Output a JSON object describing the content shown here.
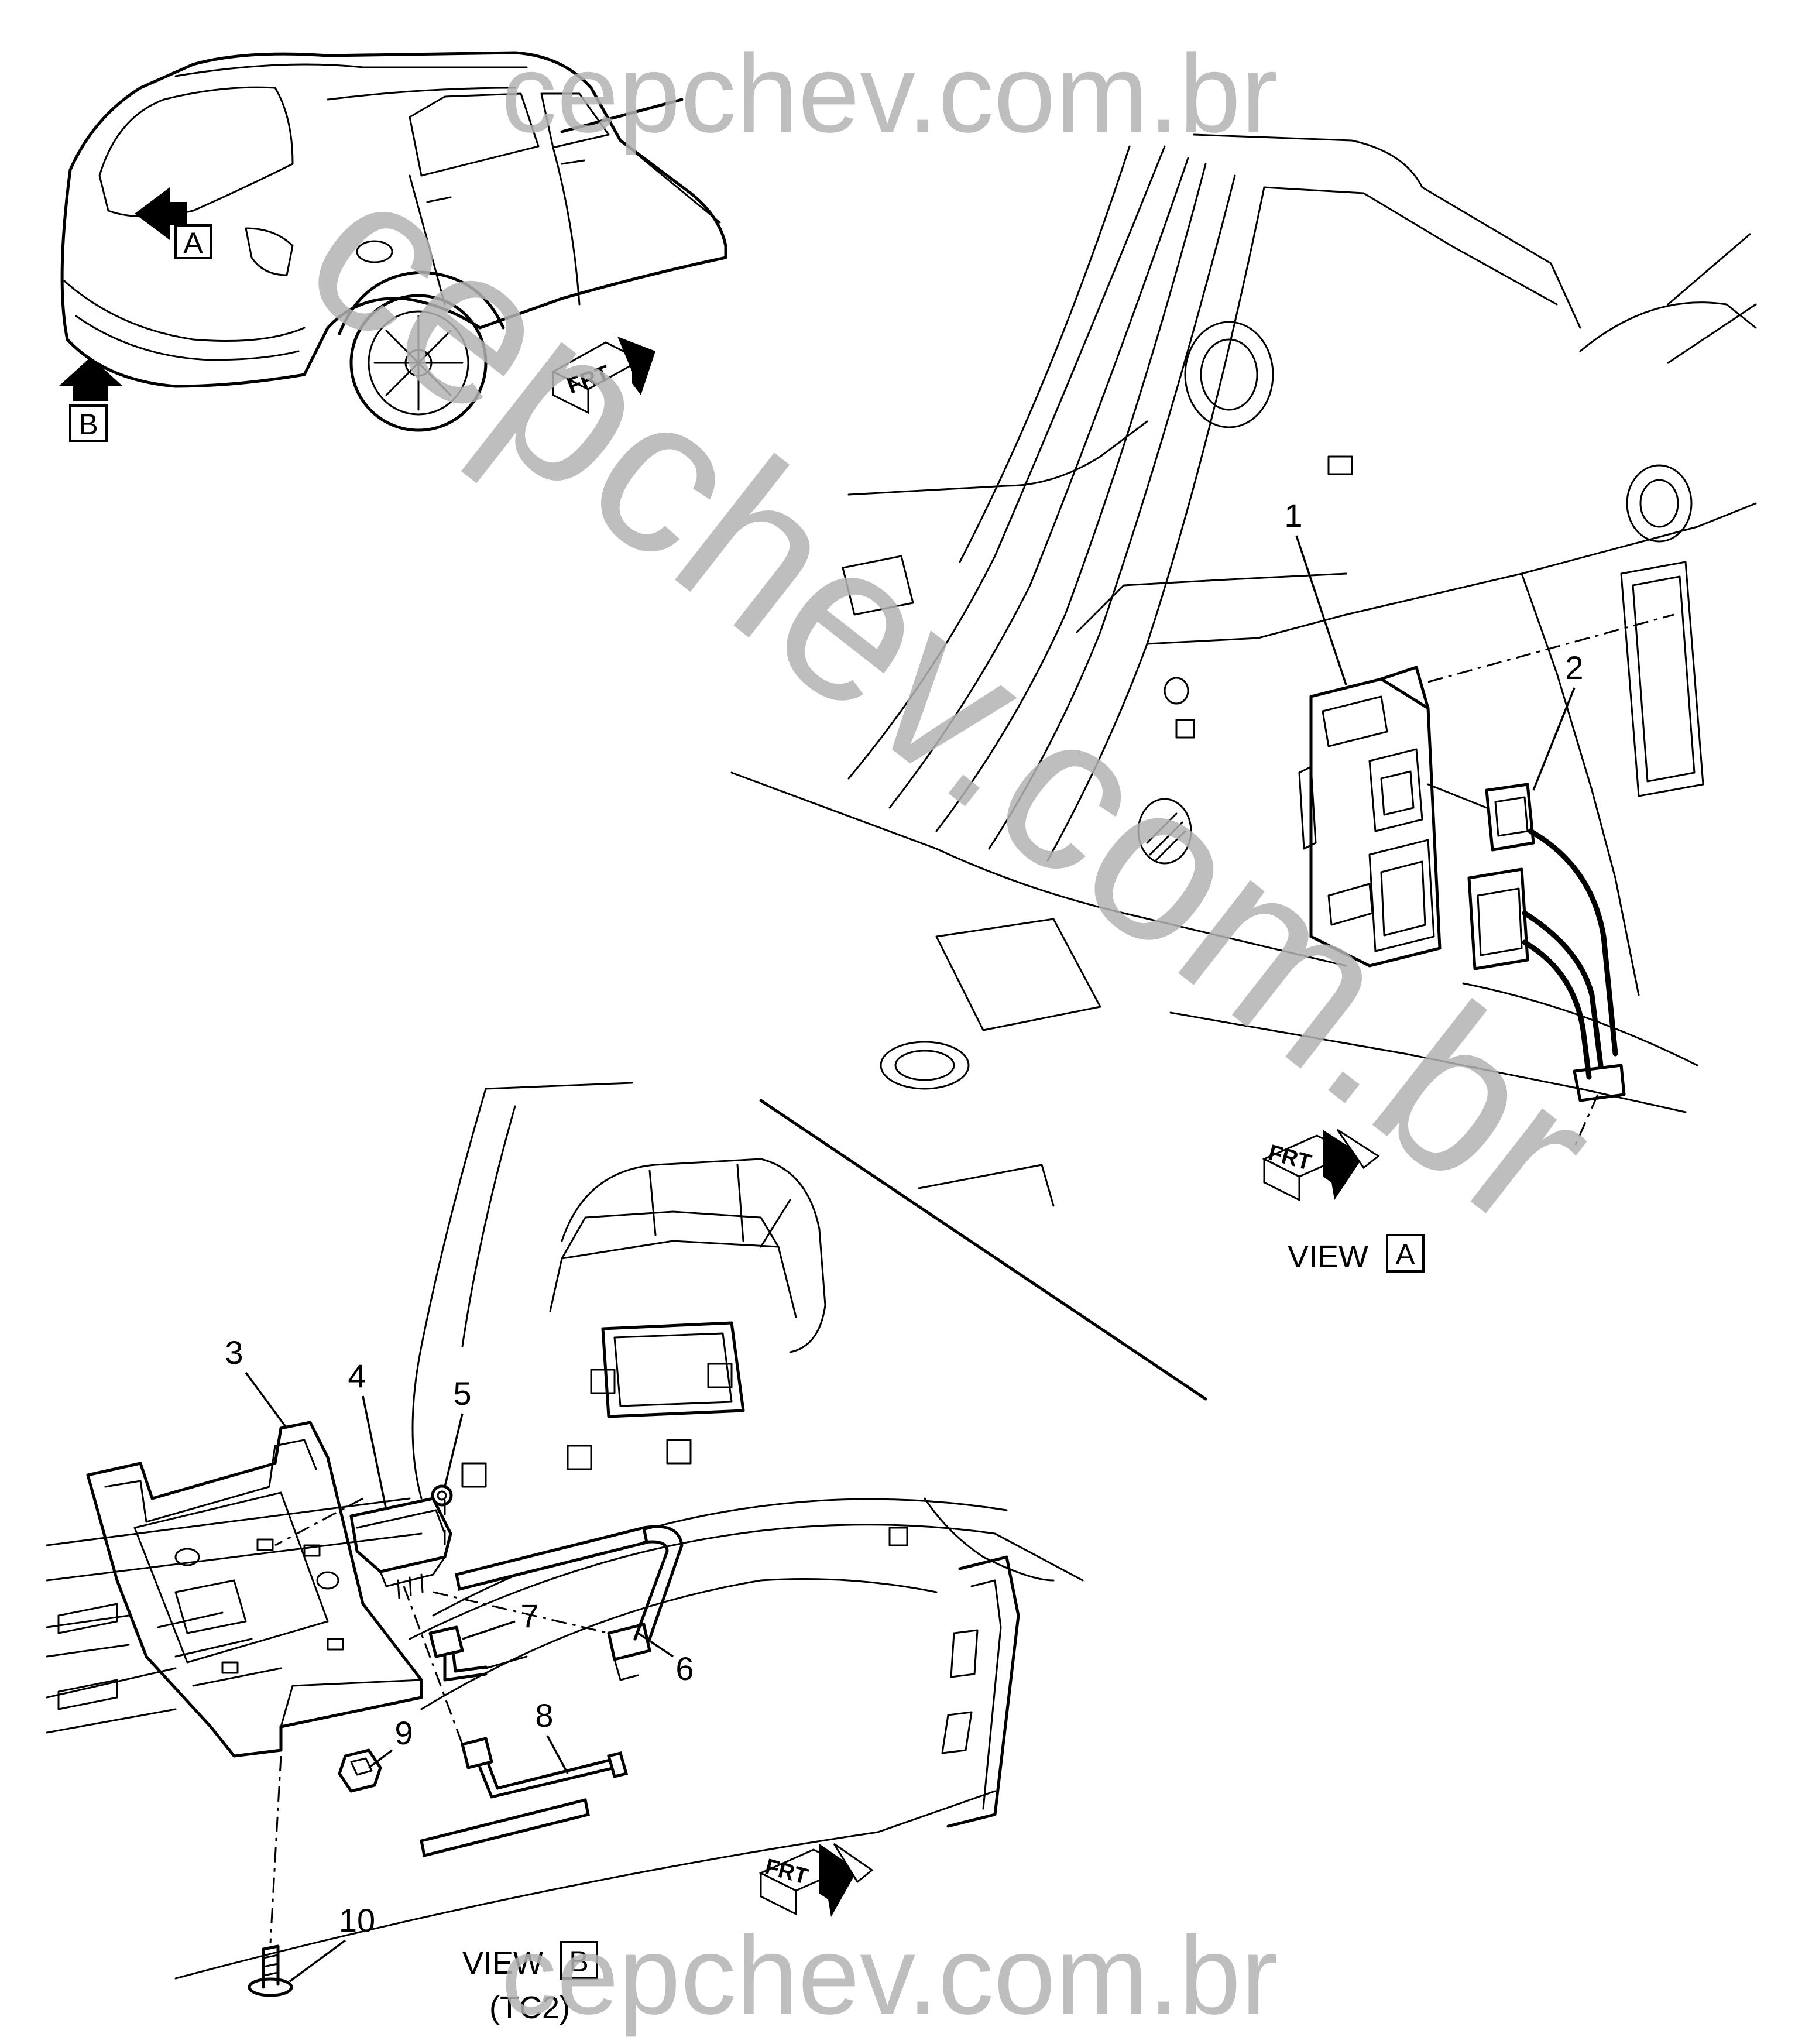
{
  "watermark": {
    "top": "cepchev.com.br",
    "diagonal": "cepchev.com.br",
    "bottom": "cepchev.com.br"
  },
  "overview": {
    "view_a_marker": "A",
    "view_b_marker": "B",
    "frt_text": "FRT"
  },
  "view_a": {
    "label": "VIEW",
    "letter": "A",
    "frt_text": "FRT",
    "callouts": [
      "1",
      "2"
    ]
  },
  "view_b": {
    "label": "VIEW",
    "letter": "B",
    "sublabel": "(TC2)",
    "frt_text": "FRT",
    "callouts": [
      "3",
      "4",
      "5",
      "6",
      "7",
      "8",
      "9",
      "10"
    ]
  },
  "colors": {
    "line": "#000000",
    "watermark": "#b3b3b3",
    "background": "#ffffff"
  }
}
